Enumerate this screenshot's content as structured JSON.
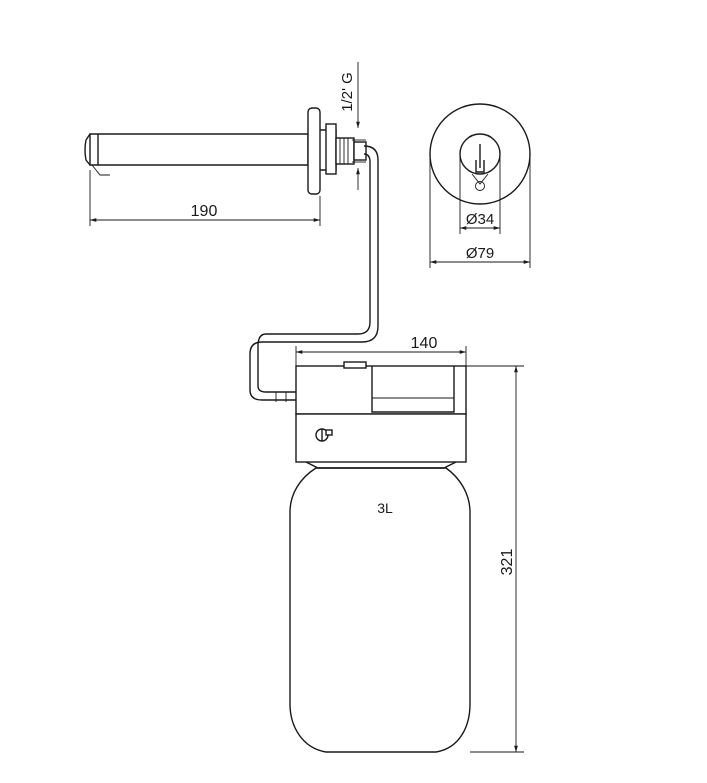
{
  "drawing": {
    "dimensions": {
      "spout_length": "190",
      "thread": "1/2' G",
      "inner_diameter": "Ø34",
      "outer_diameter": "Ø79",
      "box_width": "140",
      "total_height": "321",
      "capacity": "3L"
    },
    "line_color": "#1a1a1a",
    "background": "#ffffff"
  }
}
